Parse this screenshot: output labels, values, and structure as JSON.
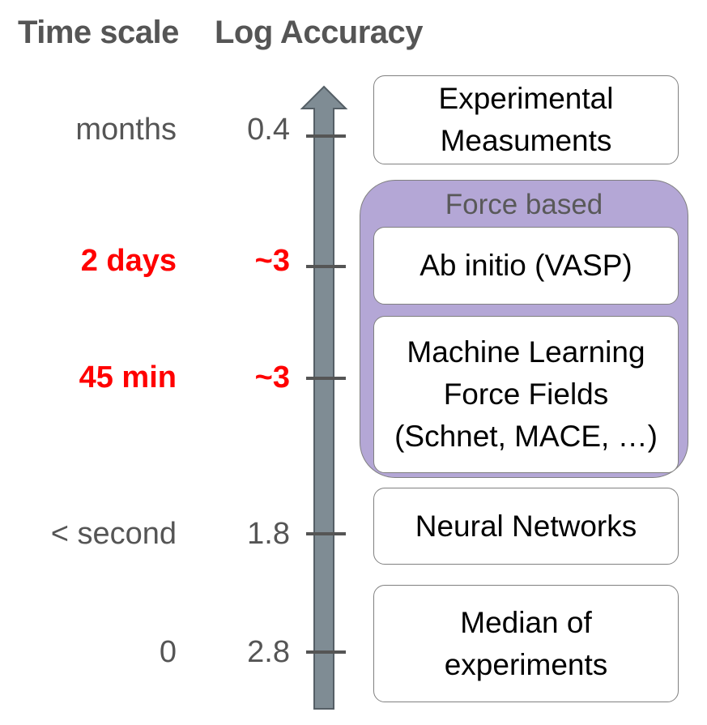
{
  "headers": {
    "time_scale": "Time scale",
    "log_accuracy": "Log Accuracy"
  },
  "rows": [
    {
      "time": "months",
      "accuracy": "0.4",
      "highlight": false
    },
    {
      "time": "2 days",
      "accuracy": "~3",
      "highlight": true
    },
    {
      "time": "45 min",
      "accuracy": "~3",
      "highlight": true
    },
    {
      "time": "< second",
      "accuracy": "1.8",
      "highlight": false
    },
    {
      "time": "0",
      "accuracy": "2.8",
      "highlight": false
    }
  ],
  "group": {
    "title": "Force based"
  },
  "methods": [
    {
      "lines": [
        "Experimental",
        "Measuments"
      ]
    },
    {
      "lines": [
        "Ab initio (VASP)"
      ]
    },
    {
      "lines": [
        "Machine Learning",
        "Force Fields",
        "(Schnet, MACE, …)"
      ]
    },
    {
      "lines": [
        "Neural Networks"
      ]
    },
    {
      "lines": [
        "Median of",
        "experiments"
      ]
    }
  ],
  "colors": {
    "highlight": "#ff0000",
    "label": "#555555",
    "group_fill": "#b4a7d6",
    "axis_fill": "#7f8c94"
  }
}
